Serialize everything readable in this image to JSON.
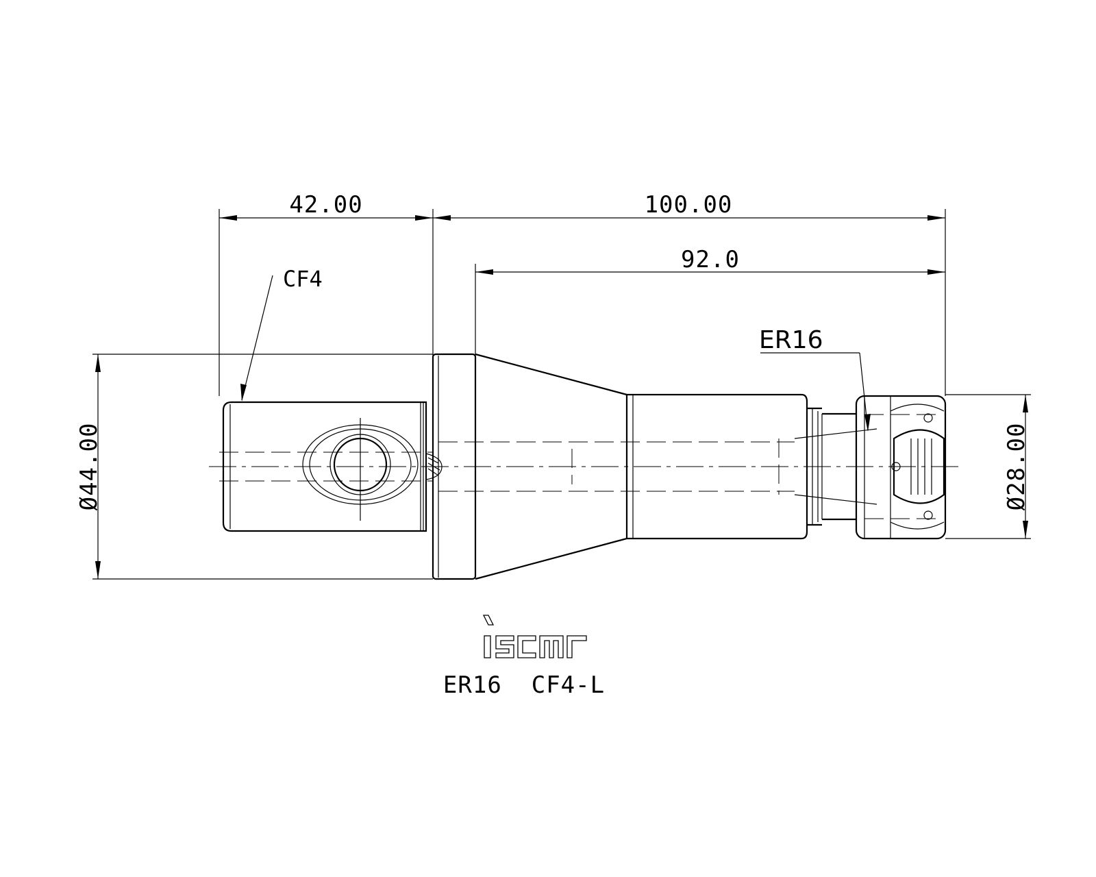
{
  "dimensions": {
    "shank_length": "42.00",
    "overall_length": "100.00",
    "body_length": "92.0",
    "flange_diameter": "Ø44.00",
    "nut_diameter": "Ø28.00"
  },
  "callouts": {
    "shank_type": "CF4",
    "collet_type": "ER16"
  },
  "brand": {
    "logo_name": "iscar-logo",
    "logo_text": "iscar"
  },
  "part_designation": "ER16  CF4-L"
}
